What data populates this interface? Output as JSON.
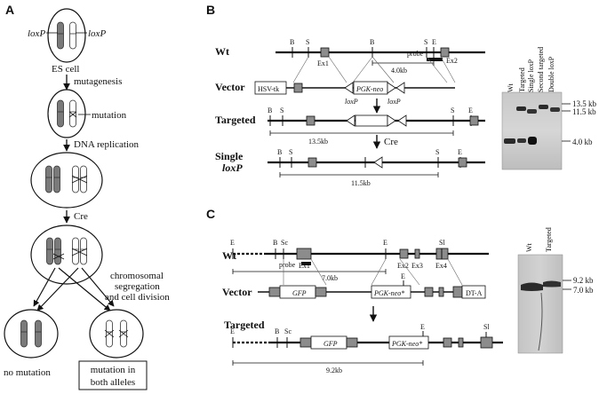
{
  "panels": {
    "A": {
      "label": "A",
      "loxp_left": "loxP",
      "loxp_right": "loxP",
      "es_cell": "ES cell",
      "step1": "mutagenesis",
      "mutation": "mutation",
      "step2": "DNA replication",
      "step3": "Cre",
      "segregation_line1": "chromosomal",
      "segregation_line2": "segregation",
      "segregation_line3": "and cell division",
      "no_mutation": "no mutation",
      "mutation_both_line1": "mutation in",
      "mutation_both_line2": "both alleles"
    },
    "B": {
      "label": "B",
      "rows": {
        "wt": "Wt",
        "vector": "Vector",
        "targeted": "Targeted",
        "single_line1": "Single",
        "single_line2": "loxP"
      },
      "sites": {
        "b": "B",
        "s": "S",
        "e": "E"
      },
      "exons": {
        "ex1": "Ex1",
        "ex2": "Ex2"
      },
      "probe": "probe",
      "size_wt": "4.0kb",
      "hsv_tk": "HSV-tk",
      "pgk_neo": "PGK-neo",
      "loxp_a": "loxP",
      "loxp_b": "loxP",
      "size_targeted": "13.5kb",
      "cre": "Cre",
      "size_single": "11.5kb",
      "lanes": [
        "Wt",
        "Targeted",
        "Single loxP",
        "Second targeted",
        "Double loxP"
      ],
      "markers": [
        "13.5 kb",
        "11.5 kb",
        "4.0 kb"
      ]
    },
    "C": {
      "label": "C",
      "rows": {
        "wt": "Wt",
        "vector": "Vector",
        "targeted": "Targeted"
      },
      "sites": {
        "e": "E",
        "b": "B",
        "sc": "Sc",
        "sl": "Sl"
      },
      "exons": {
        "ex1": "Ex1",
        "ex2": "Ex2",
        "ex3": "Ex3",
        "ex4": "Ex4"
      },
      "probe": "probe",
      "size_wt": "7.0kb",
      "gfp": "GFP",
      "pgk_neo_star": "PGK-neo*",
      "dta": "DT-A",
      "size_targeted": "9.2kb",
      "lanes": [
        "Wt",
        "Targeted"
      ],
      "markers": [
        "9.2 kb",
        "7.0 kb"
      ]
    }
  },
  "colors": {
    "line": "#111111",
    "exon": "#8c8c8c",
    "chromosome_dark": "#7a7a7a",
    "blot_bg": "#cfcfcf",
    "band": "#2a2a2a"
  }
}
